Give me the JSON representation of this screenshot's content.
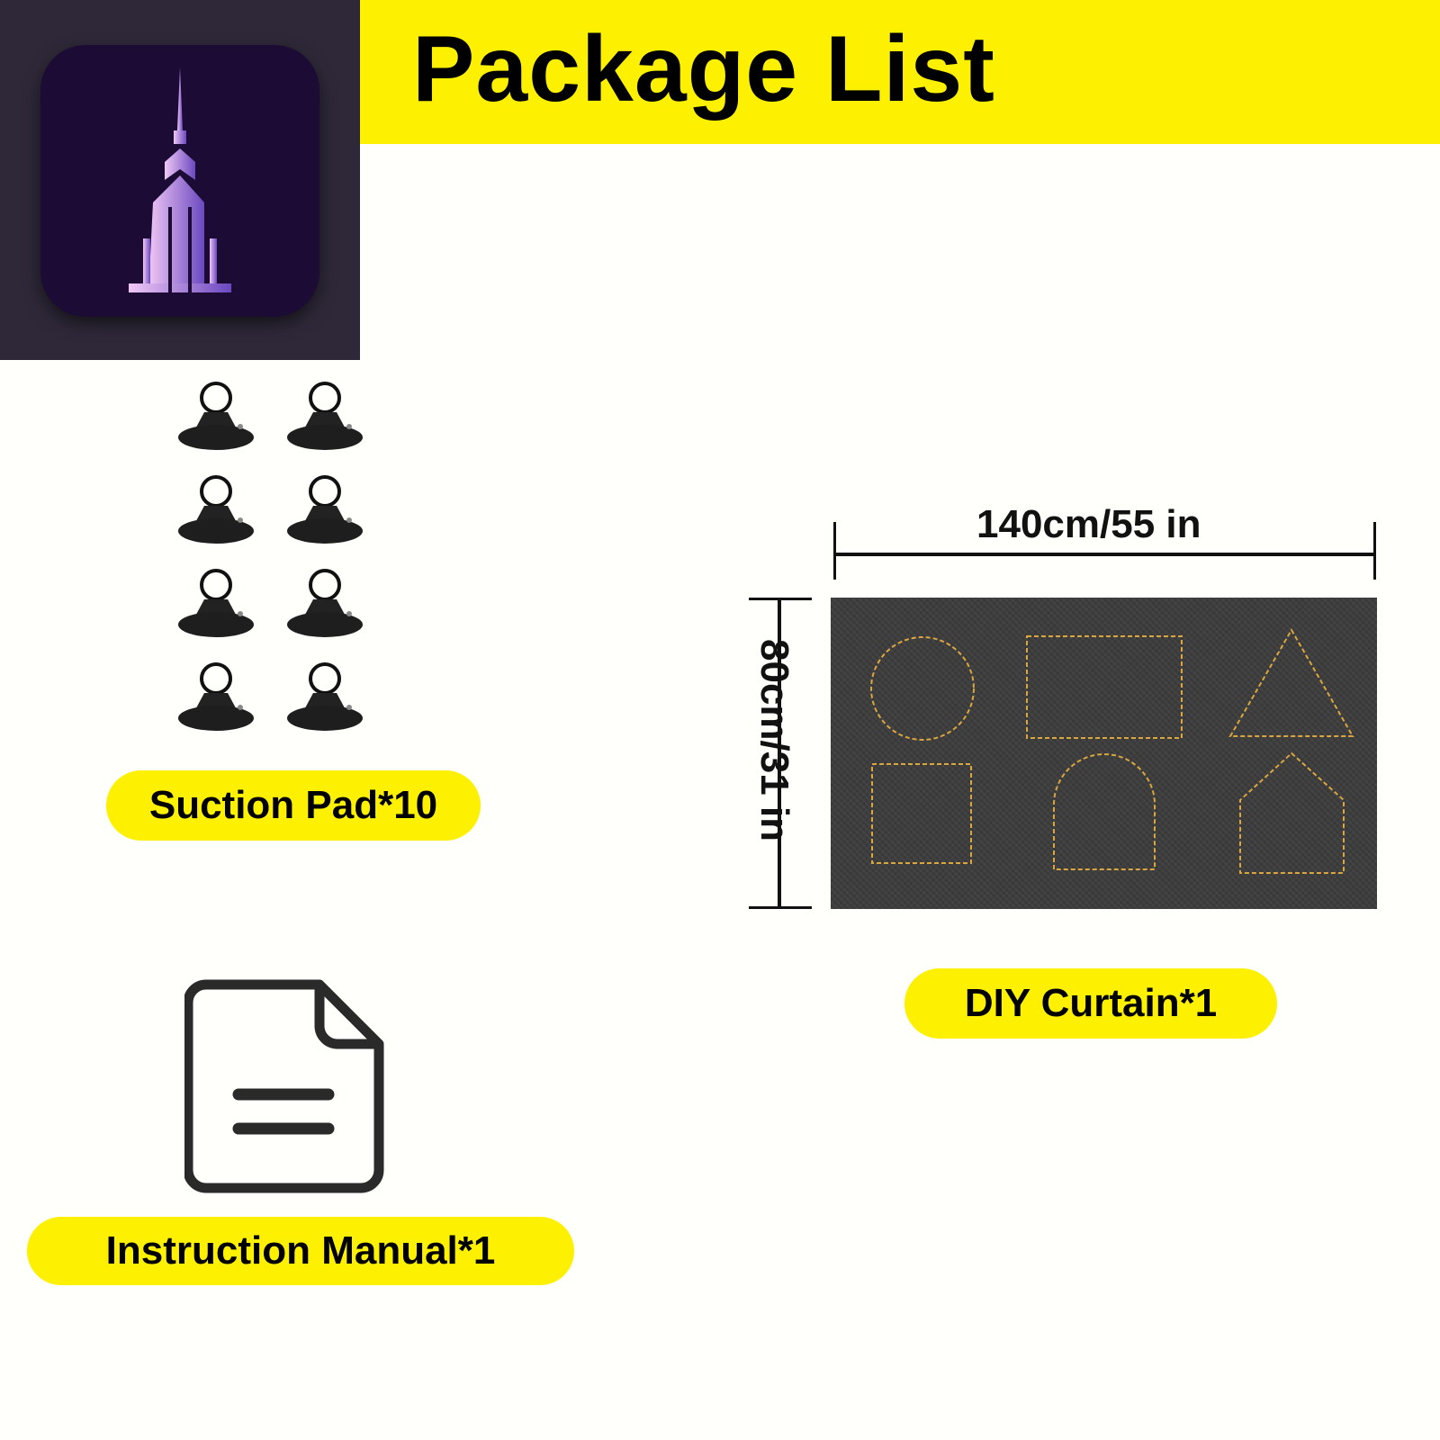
{
  "header": {
    "title": "Package List"
  },
  "items": [
    {
      "label": "Suction Pad*10",
      "quantity": 10
    },
    {
      "label": "DIY Curtain*1",
      "quantity": 1
    },
    {
      "label": "Instruction Manual*1",
      "quantity": 1
    }
  ],
  "curtain": {
    "width_label": "140cm/55 in",
    "height_label": "80cm/31 in"
  },
  "colors": {
    "accent": "#fdf000",
    "logo_bg": "#1c0c35",
    "curtain": "#3d3d3d",
    "stitch": "#d9a640"
  }
}
